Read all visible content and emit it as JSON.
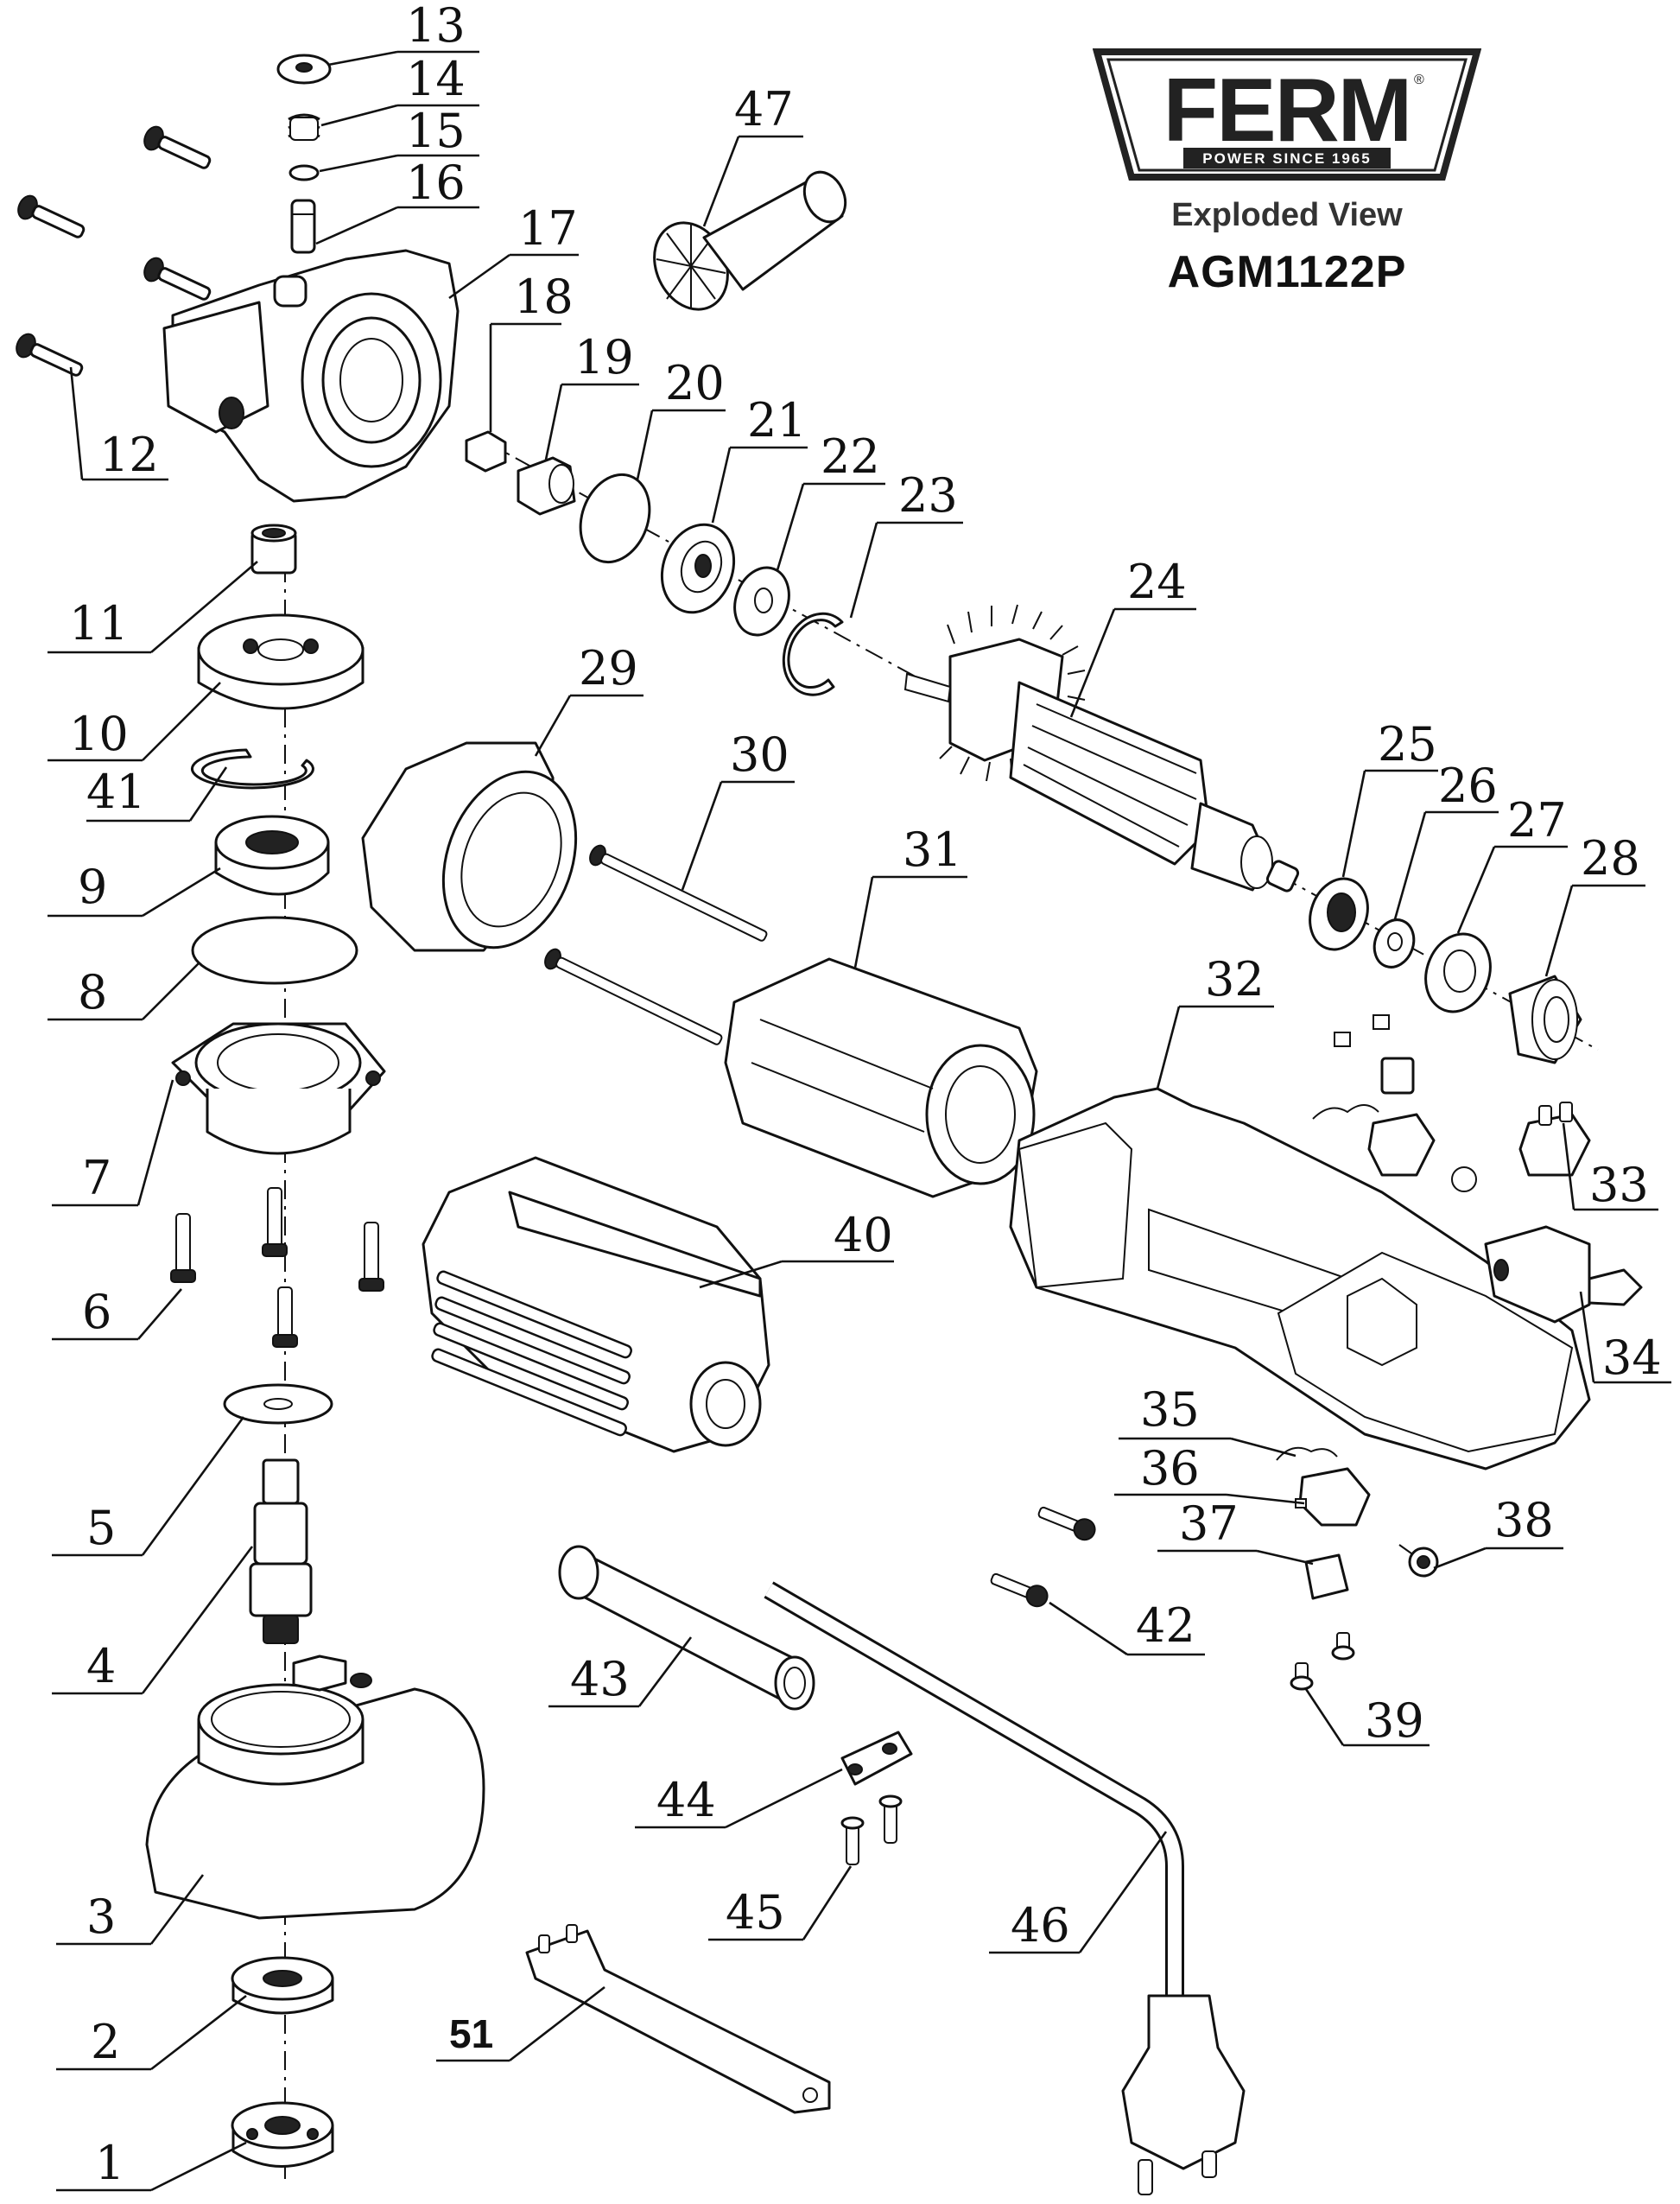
{
  "brand": {
    "logo_text": "FERM",
    "tagline": "POWER SINCE 1965",
    "registered_mark": "®"
  },
  "header": {
    "subtitle": "Exploded View",
    "model": "AGM1122P"
  },
  "callouts": [
    {
      "id": "1",
      "label": "1"
    },
    {
      "id": "2",
      "label": "2"
    },
    {
      "id": "3",
      "label": "3"
    },
    {
      "id": "4",
      "label": "4"
    },
    {
      "id": "5",
      "label": "5"
    },
    {
      "id": "6",
      "label": "6"
    },
    {
      "id": "7",
      "label": "7"
    },
    {
      "id": "8",
      "label": "8"
    },
    {
      "id": "9",
      "label": "9"
    },
    {
      "id": "10",
      "label": "10"
    },
    {
      "id": "11",
      "label": "11"
    },
    {
      "id": "12",
      "label": "12"
    },
    {
      "id": "13",
      "label": "13"
    },
    {
      "id": "14",
      "label": "14"
    },
    {
      "id": "15",
      "label": "15"
    },
    {
      "id": "16",
      "label": "16"
    },
    {
      "id": "17",
      "label": "17"
    },
    {
      "id": "18",
      "label": "18"
    },
    {
      "id": "19",
      "label": "19"
    },
    {
      "id": "20",
      "label": "20"
    },
    {
      "id": "21",
      "label": "21"
    },
    {
      "id": "22",
      "label": "22"
    },
    {
      "id": "23",
      "label": "23"
    },
    {
      "id": "24",
      "label": "24"
    },
    {
      "id": "25",
      "label": "25"
    },
    {
      "id": "26",
      "label": "26"
    },
    {
      "id": "27",
      "label": "27"
    },
    {
      "id": "28",
      "label": "28"
    },
    {
      "id": "29",
      "label": "29"
    },
    {
      "id": "30",
      "label": "30"
    },
    {
      "id": "31",
      "label": "31"
    },
    {
      "id": "32",
      "label": "32"
    },
    {
      "id": "33",
      "label": "33"
    },
    {
      "id": "34",
      "label": "34"
    },
    {
      "id": "35",
      "label": "35"
    },
    {
      "id": "36",
      "label": "36"
    },
    {
      "id": "37",
      "label": "37"
    },
    {
      "id": "38",
      "label": "38"
    },
    {
      "id": "39",
      "label": "39"
    },
    {
      "id": "40",
      "label": "40"
    },
    {
      "id": "41",
      "label": "41"
    },
    {
      "id": "42",
      "label": "42"
    },
    {
      "id": "43",
      "label": "43"
    },
    {
      "id": "44",
      "label": "44"
    },
    {
      "id": "45",
      "label": "45"
    },
    {
      "id": "46",
      "label": "46"
    },
    {
      "id": "47",
      "label": "47"
    },
    {
      "id": "51",
      "label": "51"
    }
  ]
}
